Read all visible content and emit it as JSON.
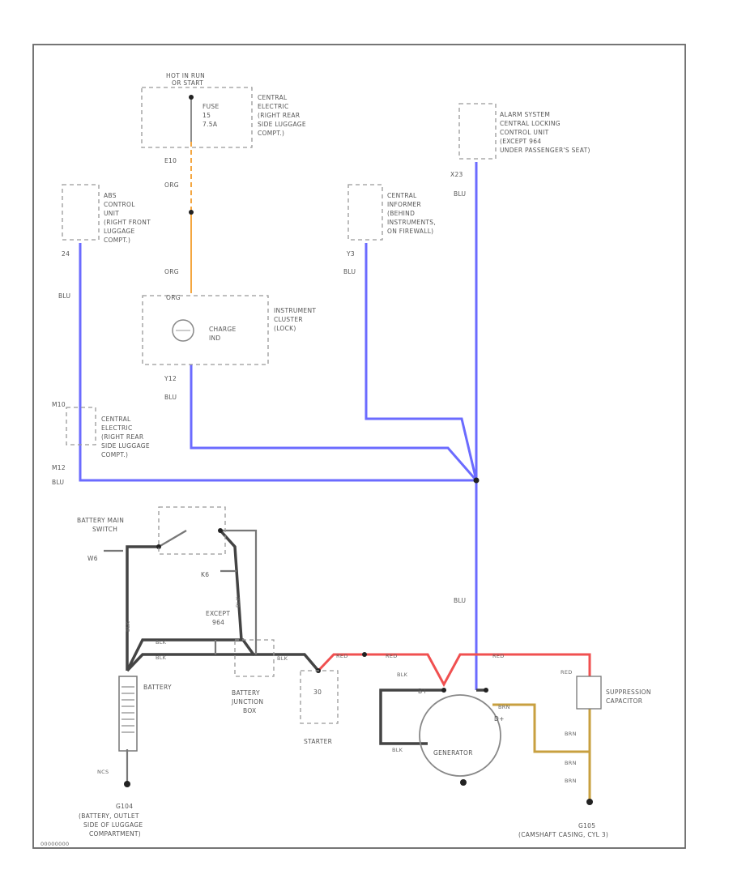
{
  "components": {
    "hot_in_run": {
      "line1": "HOT IN RUN",
      "line2": "OR START"
    },
    "fuse": {
      "name": "FUSE",
      "number": "15",
      "rating": "7.5A"
    },
    "central_electric_top": {
      "l1": "CENTRAL",
      "l2": "ELECTRIC",
      "l3": "(RIGHT REAR",
      "l4": "SIDE LUGGAGE",
      "l5": "COMPT.)"
    },
    "abs_unit": {
      "l1": "ABS",
      "l2": "CONTROL",
      "l3": "UNIT",
      "l4": "(RIGHT FRONT",
      "l5": "LUGGAGE",
      "l6": "COMPT.)"
    },
    "instrument_cluster": {
      "l1": "INSTRUMENT",
      "l2": "CLUSTER",
      "l3": "(LOCK)"
    },
    "charge_ind": {
      "l1": "CHARGE",
      "l2": "IND"
    },
    "central_informer": {
      "l1": "CENTRAL",
      "l2": "INFORMER",
      "l3": "(BEHIND",
      "l4": "INSTRUMENTS,",
      "l5": "ON FIREWALL)"
    },
    "alarm_system": {
      "l1": "ALARM SYSTEM",
      "l2": "CENTRAL LOCKING",
      "l3": "CONTROL UNIT",
      "l4": "(EXCEPT 964",
      "l5": "UNDER PASSENGER'S SEAT)"
    },
    "central_electric_left": {
      "l1": "CENTRAL",
      "l2": "ELECTRIC",
      "l3": "(RIGHT REAR",
      "l4": "SIDE LUGGAGE",
      "l5": "COMPT.)"
    },
    "battery_main_switch": {
      "l1": "BATTERY MAIN",
      "l2": "SWITCH"
    },
    "except_964": {
      "l1": "EXCEPT",
      "l2": "964"
    },
    "battery": "BATTERY",
    "battery_junction": {
      "l1": "BATTERY",
      "l2": "JUNCTION",
      "l3": "BOX"
    },
    "starter": "STARTER",
    "starter_term": "30",
    "generator": "GENERATOR",
    "suppression": {
      "l1": "SUPPRESSION",
      "l2": "CAPACITOR"
    },
    "ground_left": {
      "code": "G104",
      "l1": "(BATTERY, OUTLET",
      "l2": "SIDE OF LUGGAGE",
      "l3": "COMPARTMENT)"
    },
    "ground_right": {
      "code": "G105",
      "l1": "(CAMSHAFT CASING, CYL 3)"
    }
  },
  "pins": {
    "e10": "E10",
    "x23": "X23",
    "x24": "24",
    "y3": "Y3",
    "y12": "Y12",
    "m12": "M12",
    "m10": "M10",
    "k6": "K6",
    "w6": "W6",
    "b": "B+",
    "d": "D+"
  },
  "wire_labels": {
    "org1": "ORG",
    "org2": "ORG",
    "org3": "ORG",
    "blu_abs": "BLU",
    "blu_informer": "BLU",
    "blu_alarm": "BLU",
    "blu_y12": "BLU",
    "blu_m12": "BLU",
    "blu_main": "BLU",
    "blk1": "BLK",
    "blk2": "BLK",
    "blk3": "BLK",
    "blk4": "BLK",
    "blk5": "BLK",
    "blk_gen": "BLK",
    "blk_gen2": "BLK",
    "red1": "RED",
    "red2": "RED",
    "red3": "RED",
    "red4": "RED",
    "brn1": "BRN",
    "brn2": "BRN",
    "brn3": "BRN",
    "brn4": "BRN",
    "ncs": "NCS"
  },
  "footer_code": "00000000"
}
